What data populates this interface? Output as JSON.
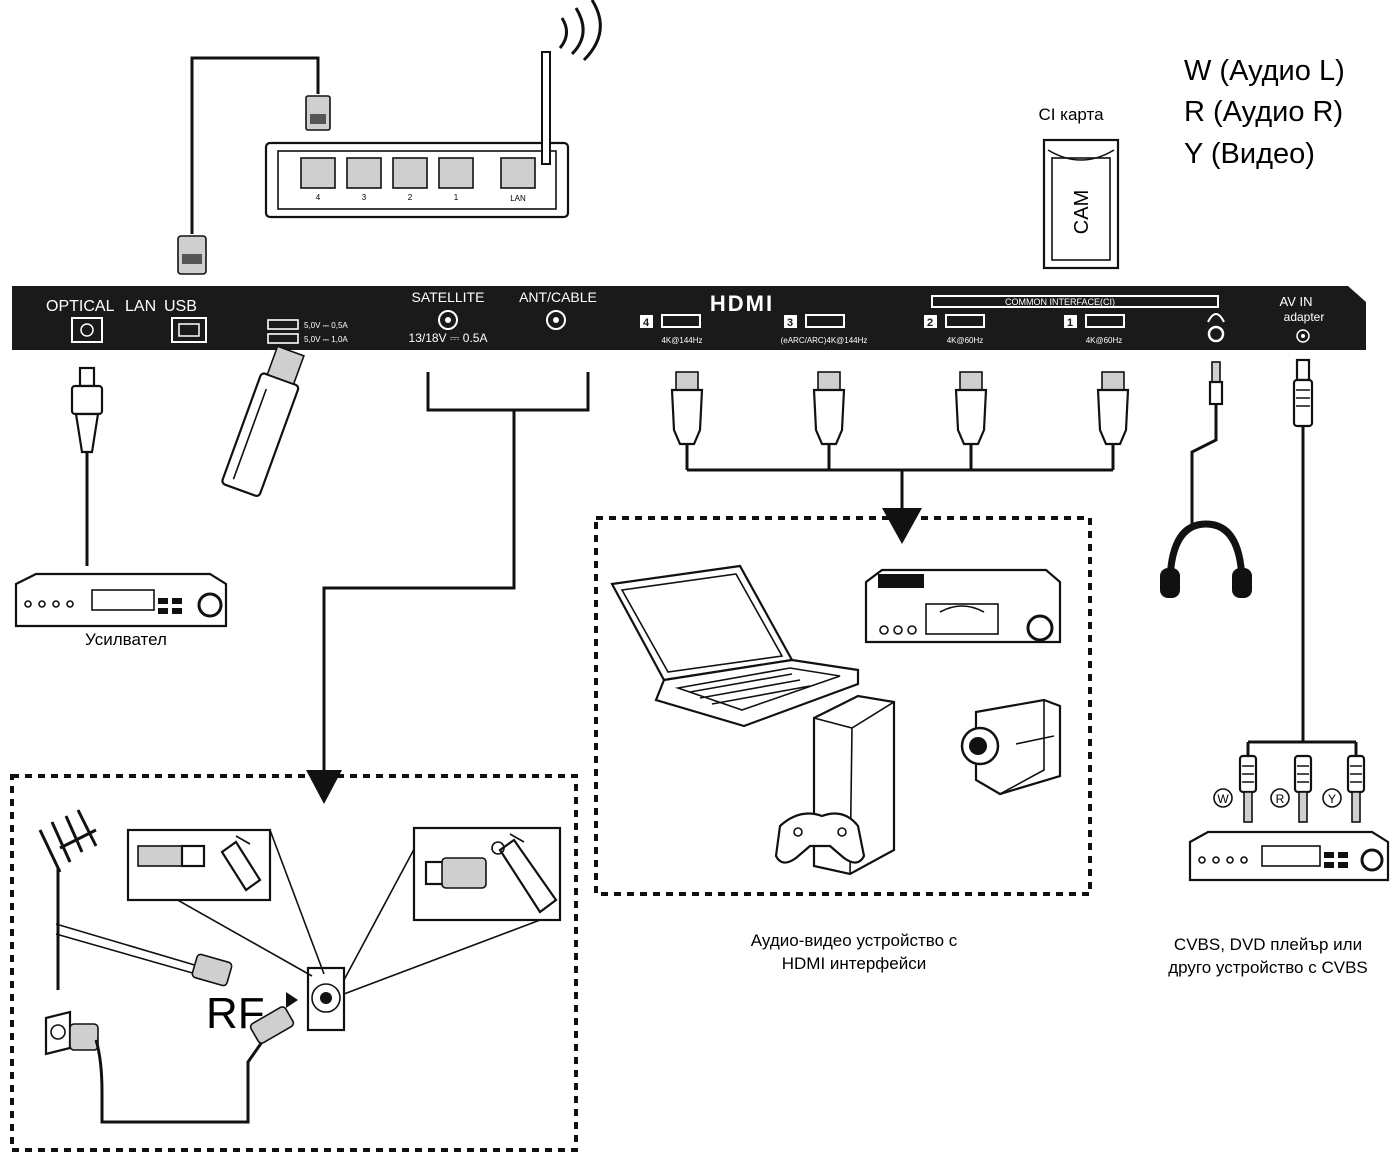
{
  "panel": {
    "optical": "OPTICAL",
    "lan": "LAN",
    "usb": "USB",
    "usb_rating_1": "5,0V ⎓ 0,5A",
    "usb_rating_2": "5,0V ⎓ 1,0A",
    "satellite": "SATELLITE",
    "satellite_rating": "13/18V ⎓ 0.5A",
    "ant_cable": "ANT/CABLE",
    "hdmi_logo": "HDMI",
    "hdmi_ports": [
      {
        "num": "4",
        "spec": "4K@144Hz"
      },
      {
        "num": "3",
        "spec": "(eARC/ARC)4K@144Hz"
      },
      {
        "num": "2",
        "spec": "4K@60Hz"
      },
      {
        "num": "1",
        "spec": "4K@60Hz"
      }
    ],
    "common_interface": "COMMON INTERFACE(CI)",
    "av_in": "AV IN",
    "adapter": "adapter"
  },
  "router": {
    "port_labels": [
      "4",
      "3",
      "2",
      "1",
      "LAN"
    ]
  },
  "ci_card": {
    "title": "CI карта",
    "cam": "CAM"
  },
  "av_legend": [
    "W (Аудио L)",
    "R (Аудио R)",
    "Y (Видео)"
  ],
  "amplifier_label": "Усилвател",
  "hdmi_devices_caption": [
    "Аудио-видео устройство с",
    "HDMI интерфейси"
  ],
  "cvbs_caption": [
    "CVBS, DVD плейър или",
    "друго устройство с CVBS"
  ],
  "rca_labels": [
    "W",
    "R",
    "Y"
  ],
  "rf_label": "RF"
}
